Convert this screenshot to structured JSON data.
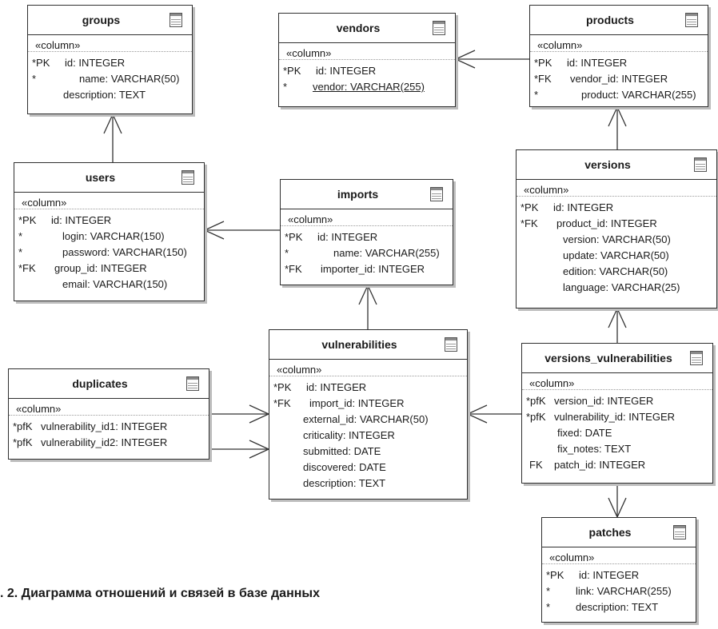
{
  "stereotype": "«column»",
  "caption": ". 2. Диаграмма отношений и связей в базе данных",
  "entities": {
    "groups": {
      "name": "groups",
      "columns": [
        {
          "flag": "*PK",
          "text": "id:  INTEGER"
        },
        {
          "flag": "*",
          "text": "name:  VARCHAR(50)"
        },
        {
          "flag": "",
          "text": "description:  TEXT"
        }
      ]
    },
    "vendors": {
      "name": "vendors",
      "columns": [
        {
          "flag": "*PK",
          "text": "id:  INTEGER"
        },
        {
          "flag": "*",
          "text": "vendor:  VARCHAR(255)"
        }
      ]
    },
    "products": {
      "name": "products",
      "columns": [
        {
          "flag": "*PK",
          "text": "id:  INTEGER"
        },
        {
          "flag": "*FK",
          "text": "vendor_id:  INTEGER"
        },
        {
          "flag": "*",
          "text": "product:  VARCHAR(255)"
        }
      ]
    },
    "users": {
      "name": "users",
      "columns": [
        {
          "flag": "*PK",
          "text": "id:  INTEGER"
        },
        {
          "flag": "*",
          "text": "login:  VARCHAR(150)"
        },
        {
          "flag": "*",
          "text": "password:  VARCHAR(150)"
        },
        {
          "flag": "*FK",
          "text": "group_id:  INTEGER"
        },
        {
          "flag": "",
          "text": "email:  VARCHAR(150)"
        }
      ]
    },
    "imports": {
      "name": "imports",
      "columns": [
        {
          "flag": "*PK",
          "text": "id:  INTEGER"
        },
        {
          "flag": "*",
          "text": "name:  VARCHAR(255)"
        },
        {
          "flag": "*FK",
          "text": "importer_id:  INTEGER"
        }
      ]
    },
    "versions": {
      "name": "versions",
      "columns": [
        {
          "flag": "*PK",
          "text": "id:  INTEGER"
        },
        {
          "flag": "*FK",
          "text": "product_id:  INTEGER"
        },
        {
          "flag": "",
          "text": "version:  VARCHAR(50)"
        },
        {
          "flag": "",
          "text": "update:  VARCHAR(50)"
        },
        {
          "flag": "",
          "text": "edition:  VARCHAR(50)"
        },
        {
          "flag": "",
          "text": "language:  VARCHAR(25)"
        }
      ]
    },
    "duplicates": {
      "name": "duplicates",
      "columns": [
        {
          "flag": "*pfK",
          "text": "vulnerability_id1:  INTEGER"
        },
        {
          "flag": "*pfK",
          "text": "vulnerability_id2:  INTEGER"
        }
      ]
    },
    "vulnerabilities": {
      "name": "vulnerabilities",
      "columns": [
        {
          "flag": "*PK",
          "text": "id:  INTEGER"
        },
        {
          "flag": "*FK",
          "text": "import_id:  INTEGER"
        },
        {
          "flag": "",
          "text": "external_id:  VARCHAR(50)"
        },
        {
          "flag": "",
          "text": "criticality:  INTEGER"
        },
        {
          "flag": "",
          "text": "submitted:  DATE"
        },
        {
          "flag": "",
          "text": "discovered:  DATE"
        },
        {
          "flag": "",
          "text": "description:  TEXT"
        }
      ]
    },
    "versions_vulnerabilities": {
      "name": "versions_vulnerabilities",
      "columns": [
        {
          "flag": "*pfK",
          "text": "version_id:  INTEGER"
        },
        {
          "flag": "*pfK",
          "text": "vulnerability_id:  INTEGER"
        },
        {
          "flag": "",
          "text": "fixed:  DATE"
        },
        {
          "flag": "",
          "text": "fix_notes:  TEXT"
        },
        {
          "flag": "FK",
          "text": "patch_id:  INTEGER"
        }
      ]
    },
    "patches": {
      "name": "patches",
      "columns": [
        {
          "flag": "*PK",
          "text": "id:  INTEGER"
        },
        {
          "flag": "*",
          "text": "link:  VARCHAR(255)"
        },
        {
          "flag": "*",
          "text": "description:  TEXT"
        }
      ]
    }
  },
  "relationships": [
    {
      "from": "users",
      "to": "groups"
    },
    {
      "from": "products",
      "to": "vendors"
    },
    {
      "from": "versions",
      "to": "products"
    },
    {
      "from": "imports",
      "to": "users"
    },
    {
      "from": "vulnerabilities",
      "to": "imports"
    },
    {
      "from": "versions_vulnerabilities",
      "to": "versions"
    },
    {
      "from": "versions_vulnerabilities",
      "to": "vulnerabilities"
    },
    {
      "from": "versions_vulnerabilities",
      "to": "patches"
    },
    {
      "from": "duplicates",
      "to": "vulnerabilities",
      "column": "vulnerability_id1"
    },
    {
      "from": "duplicates",
      "to": "vulnerabilities",
      "column": "vulnerability_id2"
    }
  ],
  "colors": {
    "line": "#333333",
    "border": "#2f2f2f",
    "shadow": "#bdbdbd"
  }
}
